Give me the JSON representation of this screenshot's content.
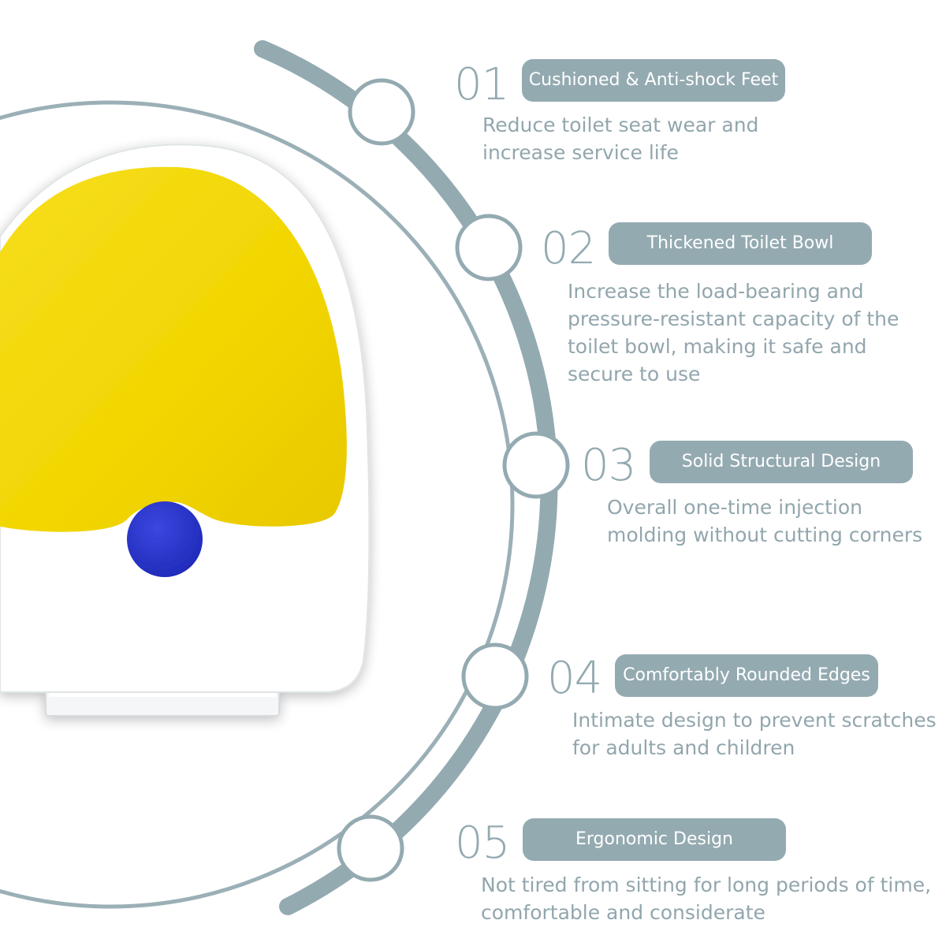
{
  "colors": {
    "accent": "#94aab1",
    "text": "#92a6ad",
    "lid_yellow": "#f1d500",
    "button_blue": "#2a36c9",
    "seat_white": "#ffffff"
  },
  "features": [
    {
      "number": "01",
      "title": "Cushioned & Anti-shock Feet",
      "description": "Reduce toilet seat wear and\nincrease service life"
    },
    {
      "number": "02",
      "title": "Thickened Toilet Bowl",
      "description": "Increase the load-bearing and\npressure-resistant capacity of the\ntoilet bowl, making it safe and\nsecure to use"
    },
    {
      "number": "03",
      "title": "Solid Structural Design",
      "description": "Overall one-time injection\nmolding without cutting corners"
    },
    {
      "number": "04",
      "title": "Comfortably Rounded Edges",
      "description": "Intimate design to prevent scratches\nfor adults and children"
    },
    {
      "number": "05",
      "title": "Ergonomic Design",
      "description": "Not tired from sitting for long periods of time,\ncomfortable and considerate"
    }
  ]
}
